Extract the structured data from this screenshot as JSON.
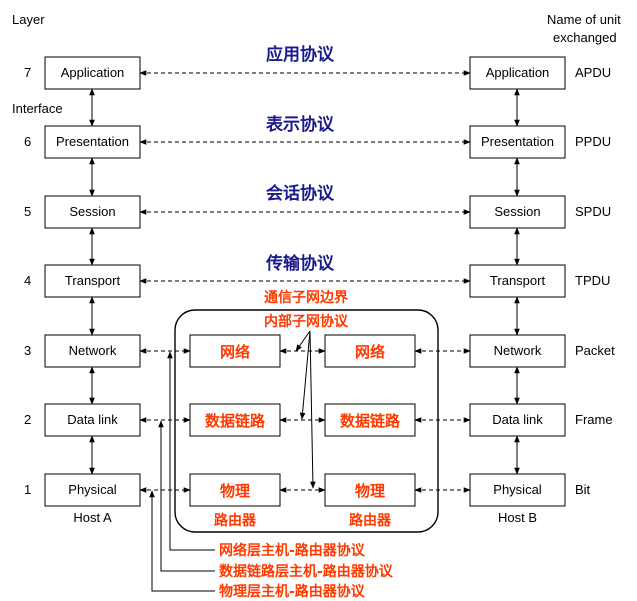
{
  "headers": {
    "layer": "Layer",
    "interface": "Interface",
    "unit_line1": "Name of unit",
    "unit_line2": "exchanged"
  },
  "layers": [
    {
      "num": "7",
      "name": "Application",
      "unit": "APDU",
      "protocol": "应用协议"
    },
    {
      "num": "6",
      "name": "Presentation",
      "unit": "PPDU",
      "protocol": "表示协议"
    },
    {
      "num": "5",
      "name": "Session",
      "unit": "SPDU",
      "protocol": "会话协议"
    },
    {
      "num": "4",
      "name": "Transport",
      "unit": "TPDU",
      "protocol": "传输协议"
    },
    {
      "num": "3",
      "name": "Network",
      "unit": "Packet"
    },
    {
      "num": "2",
      "name": "Data link",
      "unit": "Frame"
    },
    {
      "num": "1",
      "name": "Physical",
      "unit": "Bit"
    }
  ],
  "hosts": {
    "a": "Host A",
    "b": "Host B"
  },
  "subnet": {
    "boundary_line1": "通信子网边界",
    "boundary_line2": "内部子网协议",
    "router_layers": [
      "网络",
      "数据链路",
      "物理"
    ],
    "router_label": "路由器"
  },
  "host_router_protocols": [
    "网络层主机-路由器协议",
    "数据链路层主机-路由器协议",
    "物理层主机-路由器协议"
  ]
}
